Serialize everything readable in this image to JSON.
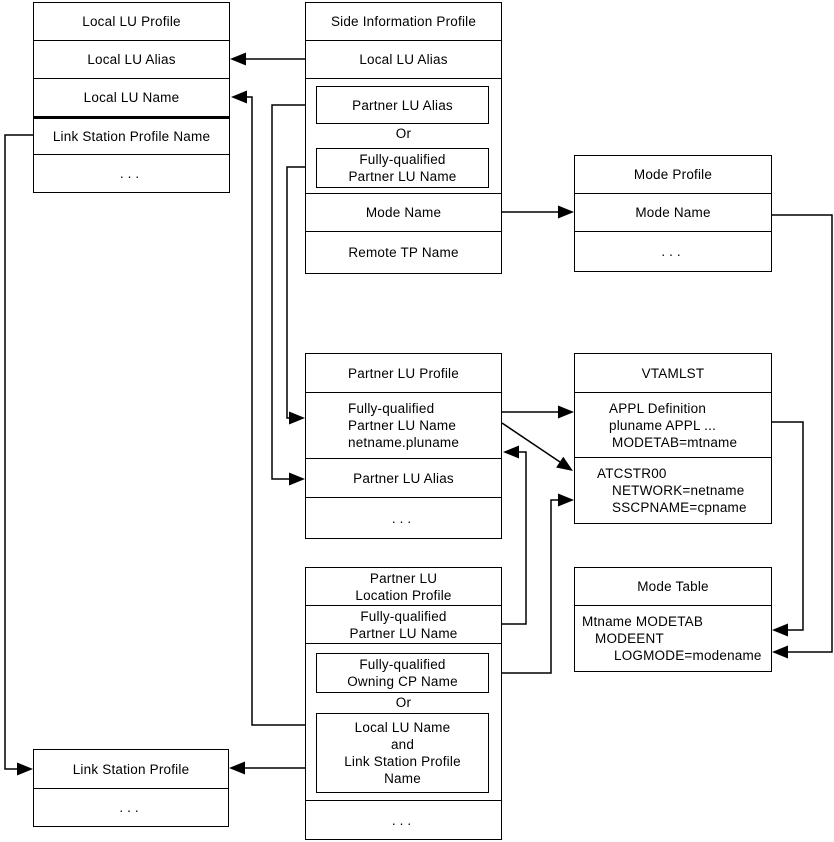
{
  "colors": {
    "line": "#000000",
    "background": "#ffffff"
  },
  "boxes": {
    "local_lu_profile": {
      "title": "Local LU Profile",
      "local_lu_alias": "Local LU Alias",
      "local_lu_name": "Local LU Name",
      "link_station_profile_name": "Link Station Profile Name",
      "ellipsis": "..."
    },
    "side_information_profile": {
      "title": "Side Information Profile",
      "local_lu_alias": "Local LU Alias",
      "partner_lu_alias": "Partner LU Alias",
      "or": "Or",
      "fq_partner_lu_name_line1": "Fully-qualified",
      "fq_partner_lu_name_line2": "Partner LU Name",
      "mode_name": "Mode Name",
      "remote_tp_name": "Remote TP Name"
    },
    "mode_profile": {
      "title": "Mode Profile",
      "mode_name": "Mode Name",
      "ellipsis": "..."
    },
    "partner_lu_profile": {
      "title": "Partner LU Profile",
      "fq_line1": "Fully-qualified",
      "fq_line2": "Partner LU Name",
      "fq_line3": "netname.pluname",
      "partner_lu_alias": "Partner LU Alias",
      "ellipsis": "..."
    },
    "vtamlst": {
      "title": "VTAMLST",
      "appl_line1": "APPL Definition",
      "appl_line2": "pluname APPL ...",
      "appl_line3": "MODETAB=mtname",
      "atcstr_line1": "ATCSTR00",
      "atcstr_line2": "NETWORK=netname",
      "atcstr_line3": "SSCPNAME=cpname"
    },
    "mode_table": {
      "title": "Mode Table",
      "body_line1": "Mtname MODETAB",
      "body_line2": "MODEENT",
      "body_line3": "LOGMODE=modename"
    },
    "partner_lu_location_profile": {
      "title_line1": "Partner LU",
      "title_line2": "Location Profile",
      "fq_partner_lu_name_line1": "Fully-qualified",
      "fq_partner_lu_name_line2": "Partner LU Name",
      "fq_owning_cp_line1": "Fully-qualified",
      "fq_owning_cp_line2": "Owning CP Name",
      "or": "Or",
      "local_lu_lsp_line1": "Local LU Name",
      "local_lu_lsp_line2": "and",
      "local_lu_lsp_line3": "Link Station Profile",
      "local_lu_lsp_line4": "Name",
      "ellipsis": "..."
    },
    "link_station_profile": {
      "title": "Link Station Profile",
      "ellipsis": "..."
    }
  }
}
